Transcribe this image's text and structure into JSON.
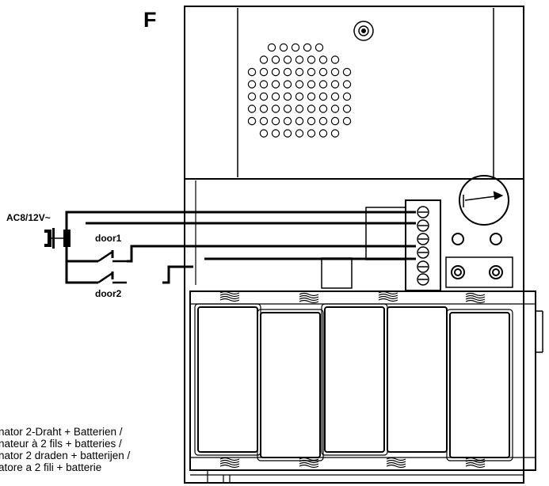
{
  "figure_letter": "F",
  "labels": {
    "power": "AC8/12V~",
    "door1": "door1",
    "door2": "door2"
  },
  "caption_lines": [
    "nator 2-Draht + Batterien /",
    "nateur à 2 fils + batteries /",
    "nator 2 draden + batterijen /",
    "atore a 2 fili + batterie"
  ],
  "colors": {
    "ink": "#000000",
    "background": "#ffffff"
  }
}
